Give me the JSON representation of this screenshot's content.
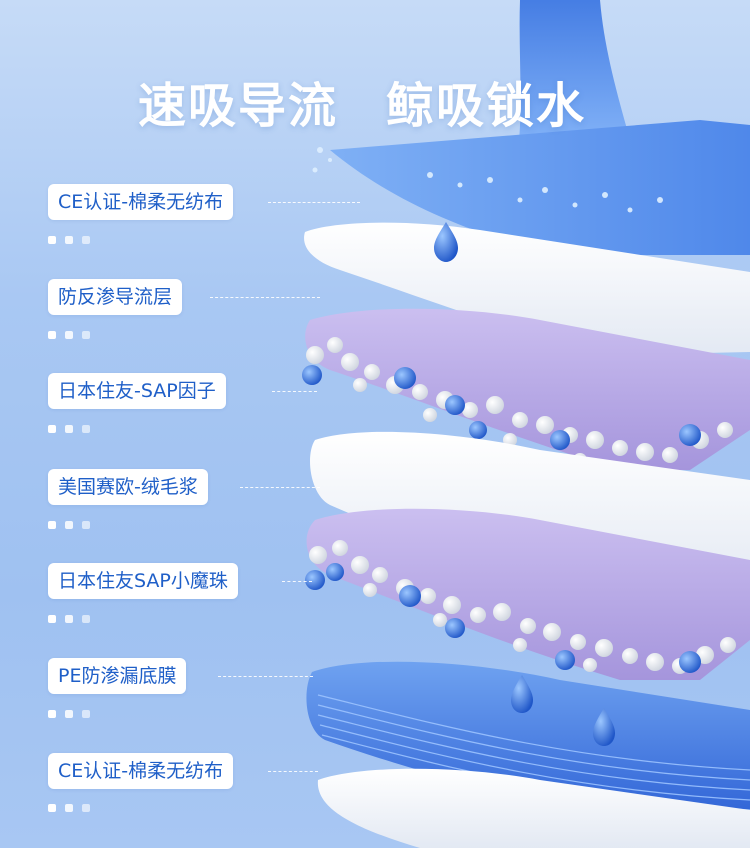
{
  "headline": {
    "left": "速吸导流",
    "right": "鲸吸锁水"
  },
  "layers": [
    {
      "label": "CE认证-棉柔无纺布"
    },
    {
      "label": "防反渗导流层"
    },
    {
      "label": "日本住友-SAP因子"
    },
    {
      "label": "美国赛欧-绒毛浆"
    },
    {
      "label": "日本住友SAP小魔珠"
    },
    {
      "label": "PE防渗漏底膜"
    },
    {
      "label": "CE认证-棉柔无纺布"
    }
  ],
  "colors": {
    "label_text": "#1f5fc8",
    "label_bg": "#ffffff",
    "background": "#a9c8f3",
    "purple_layer": "#b8a9e6",
    "blue_layer": "#4e86e8"
  }
}
